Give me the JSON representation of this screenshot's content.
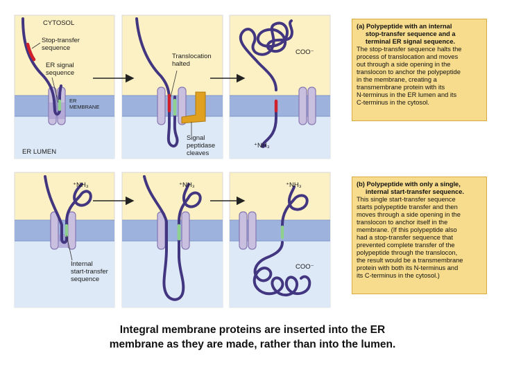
{
  "labels": {
    "cytosol": "CYTOSOL",
    "stop_transfer": "Stop-transfer\nsequence",
    "er_signal": "ER signal\nsequence",
    "er_membrane": "ER\nMEMBRANE",
    "er_lumen": "ER LUMEN",
    "translocation_halted": "Translocation\nhalted",
    "signal_peptidase": "Signal\npeptidase\ncleaves",
    "coo_top": "COO⁻",
    "nh3_top": "⁺NH₃",
    "nh3_b1": "⁺NH₃",
    "nh3_b2": "⁺NH₃",
    "nh3_b3": "⁺NH₃",
    "internal_start": "Internal\nstart-transfer\nsequence",
    "coo_bottom": "COO⁻"
  },
  "panel_a": {
    "title": "(a) Polypeptide with an internal\n     stop-transfer sequence and a\n     terminal ER signal sequence.",
    "body": "The stop-transfer sequence halts the\nprocess of translocation and moves\nout through a side opening in the\ntranslocon to anchor the polypeptide\nin the membrane, creating a\ntransmembrane protein with its\nN-terminus in the ER lumen and its\nC-terminus in the cytosol."
  },
  "panel_b": {
    "title": "(b) Polypeptide with only a single,\n     internal start-transfer sequence.",
    "body": "This single start-transfer sequence\nstarts polypeptide transfer and then\nmoves through a side opening in the\ntranslocon to anchor itself in the\nmembrane. (If this polypeptide also\nhad a stop-transfer sequence that\nprevented complete transfer of the\npolypeptide through the translocon,\nthe result would be a transmembrane\nprotein with both its N-terminus and\nits C-terminus in the cytosol.)"
  },
  "caption": {
    "line1": "Integral membrane proteins are inserted into the ER",
    "line2": "membrane as they are made, rather than into the lumen."
  },
  "colors": {
    "cytosol": "#fbf1c4",
    "lumen": "#dde9f6",
    "membrane": "#9db2dd",
    "membrane_line": "#7f96c8",
    "translocon": "#c9c0e0",
    "translocon_edge": "#8676b2",
    "chain": "#433680",
    "stop_transfer": "#d0202b",
    "signal": "#8fd08f",
    "peptidase": "#e0a020",
    "box_fill": "#f6dc8c",
    "arrow": "#222222"
  }
}
